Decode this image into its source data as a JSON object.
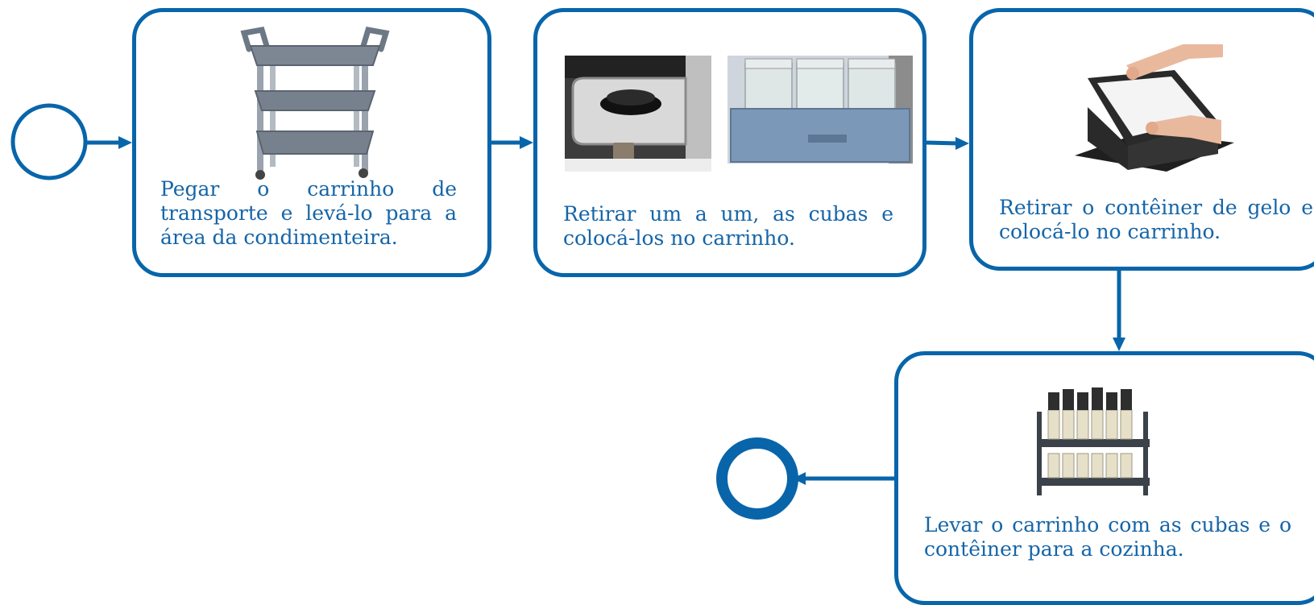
{
  "colors": {
    "flow": "#0865aa",
    "text": "#1565a8",
    "metal": "#6d7886",
    "tray": "#7b98b8",
    "box": "#2a2a2a"
  },
  "steps": [
    {
      "id": 1,
      "text": "Pegar o carrinho de transporte e levá-lo para a área da condimenteira.",
      "image": "cart-photo"
    },
    {
      "id": 2,
      "text": "Retirar um a um, as cubas e colocá-los no carrinho.",
      "image": "condiment-bins-photos"
    },
    {
      "id": 3,
      "text": "Retirar o contêiner de gelo e colocá-lo no carrinho.",
      "image": "ice-container-photo"
    },
    {
      "id": 4,
      "text": "Levar o carrinho com as cubas e o contêiner para a cozinha.",
      "image": "loaded-cart-photo"
    }
  ],
  "events": [
    "start",
    "end"
  ]
}
